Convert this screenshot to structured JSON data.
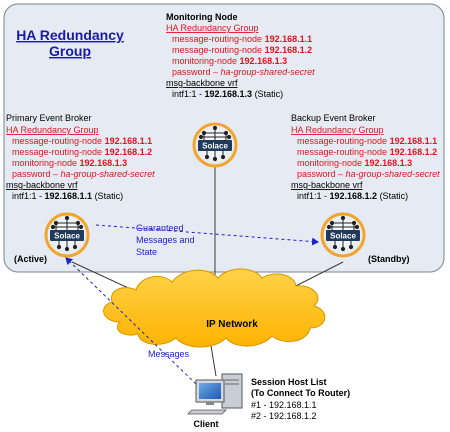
{
  "group": {
    "title_line1": "HA Redundancy",
    "title_line2": "Group"
  },
  "monitoring_node": {
    "heading": "Monitoring Node",
    "group_label": "HA Redundancy Group",
    "entries": [
      {
        "label": "message-routing-node ",
        "value": "192.168.1.1"
      },
      {
        "label": "message-routing-node ",
        "value": "192.168.1.2"
      },
      {
        "label": "monitoring-node ",
        "value": "192.168.1.3"
      }
    ],
    "password_label": "password – ",
    "password_value": "ha-group-shared-secret",
    "vrf_label": "msg-backbone vrf",
    "intf_prefix": "intf1:1 - ",
    "intf_ip": "192.168.1.3",
    "intf_suffix": " (Static)"
  },
  "primary": {
    "heading": "Primary Event Broker",
    "group_label": "HA Redundancy Group",
    "entries": [
      {
        "label": "message-routing-node ",
        "value": "192.168.1.1"
      },
      {
        "label": "message-routing-node ",
        "value": "192.168.1.2"
      },
      {
        "label": "monitoring-node ",
        "value": "192.168.1.3"
      }
    ],
    "password_label": "password – ",
    "password_value": "ha-group-shared-secret",
    "vrf_label": "msg-backbone vrf",
    "intf_prefix": "intf1:1 - ",
    "intf_ip": "192.168.1.1",
    "intf_suffix": " (Static)",
    "state": "(Active)"
  },
  "backup": {
    "heading": "Backup Event Broker",
    "group_label": "HA Redundancy Group",
    "entries": [
      {
        "label": "message-routing-node ",
        "value": "192.168.1.1"
      },
      {
        "label": "message-routing-node ",
        "value": "192.168.1.2"
      },
      {
        "label": "monitoring-node ",
        "value": "192.168.1.3"
      }
    ],
    "password_label": "password – ",
    "password_value": "ha-group-shared-secret",
    "vrf_label": "msg-backbone vrf",
    "intf_prefix": "intf1:1 - ",
    "intf_ip": "192.168.1.2",
    "intf_suffix": " (Static)",
    "state": "(Standby)"
  },
  "router_label": "Solace",
  "guaranteed": {
    "line1": "Guaranteed",
    "line2": "Messages and",
    "line3": "State"
  },
  "network_label": "IP Network",
  "messages_label": "Messages",
  "client_label": "Client",
  "session": {
    "title1": "Session Host List",
    "title2": "(To Connect To Router)",
    "host1": "#1 - 192.168.1.1",
    "host2": "#2 - 192.168.1.2"
  },
  "colors": {
    "panel": "#e6ebf3",
    "cloud": "#ffc000",
    "red": "#e1141e",
    "blue": "#2020c8",
    "router_ring": "#f3a52b"
  }
}
